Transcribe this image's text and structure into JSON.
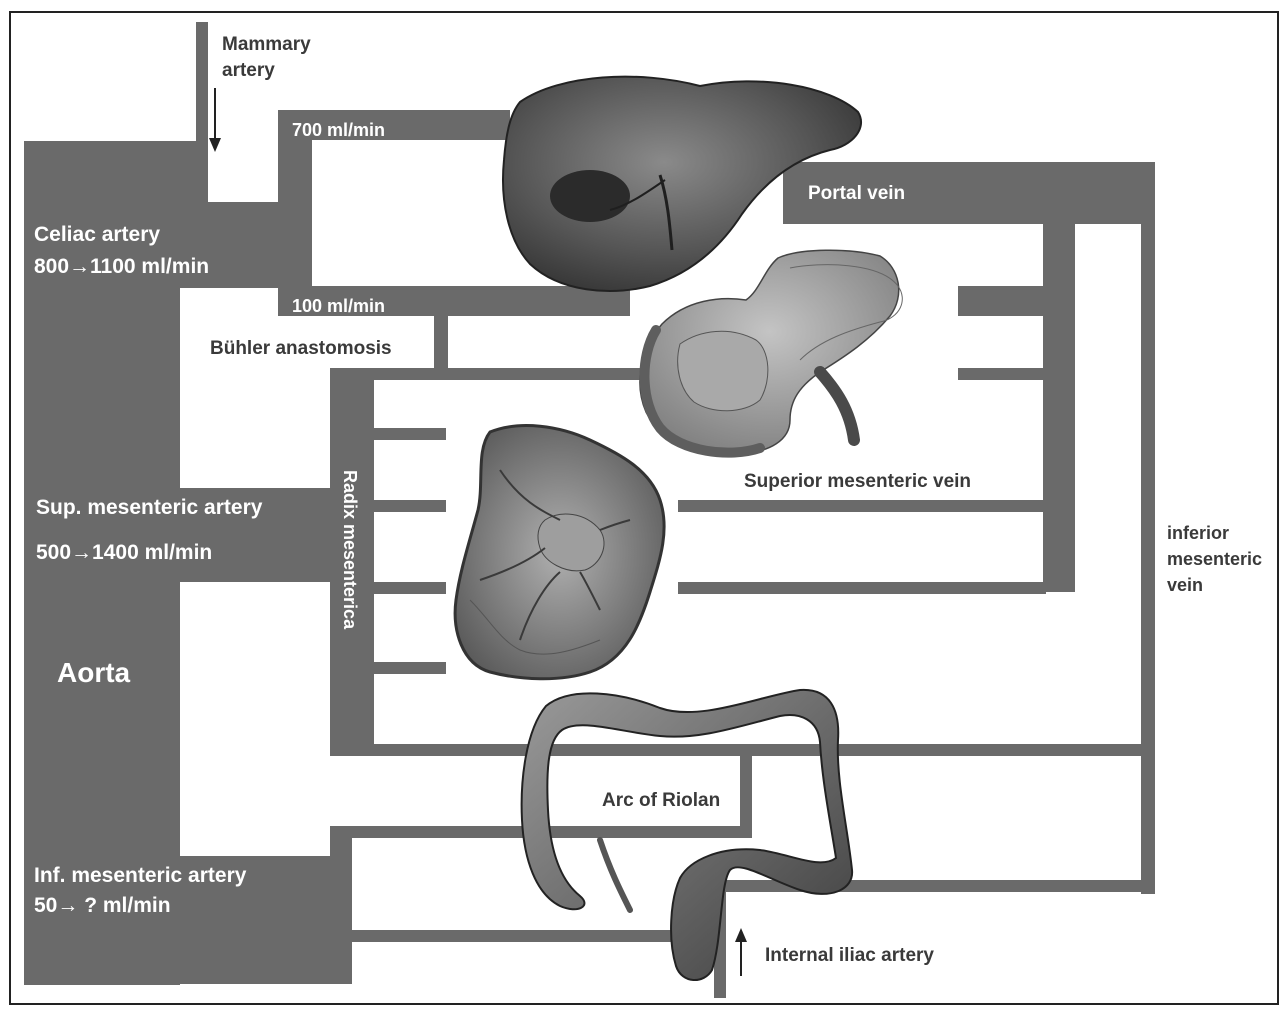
{
  "diagram": {
    "labels": {
      "mammary_artery_line1": "Mammary",
      "mammary_artery_line2": "artery",
      "flow_700": "700 ml/min",
      "flow_100": "100 ml/min",
      "portal_vein": "Portal vein",
      "celiac_artery_name": "Celiac artery",
      "celiac_artery_flow": "800→1100 ml/min",
      "buhler_anastomosis": "Bühler anastomosis",
      "radix_mesenterica": "Radix mesenterica",
      "superior_mesenteric_vein": "Superior mesenteric  vein",
      "inferior_mesenteric_vein_line1": "inferior",
      "inferior_mesenteric_vein_line2": "mesenteric",
      "inferior_mesenteric_vein_line3": "vein",
      "sup_mesenteric_artery_name": "Sup. mesenteric artery",
      "sup_mesenteric_artery_flow": "500→1400 ml/min",
      "aorta": "Aorta",
      "arc_of_riolan": "Arc of Riolan",
      "inf_mesenteric_artery_name": "Inf. mesenteric artery",
      "inf_mesenteric_artery_flow": "50→ ? ml/min",
      "internal_iliac_artery": "Internal iliac artery"
    },
    "colors": {
      "vessel": "#6a6a6a",
      "organ_dark": "#4a4a4a",
      "organ_mid": "#8a8a8a",
      "organ_light": "#b8b8b8"
    },
    "organ_images": [
      "liver-illustration",
      "pancreas-duodenum-illustration",
      "small-intestine-illustration",
      "colon-illustration"
    ]
  }
}
